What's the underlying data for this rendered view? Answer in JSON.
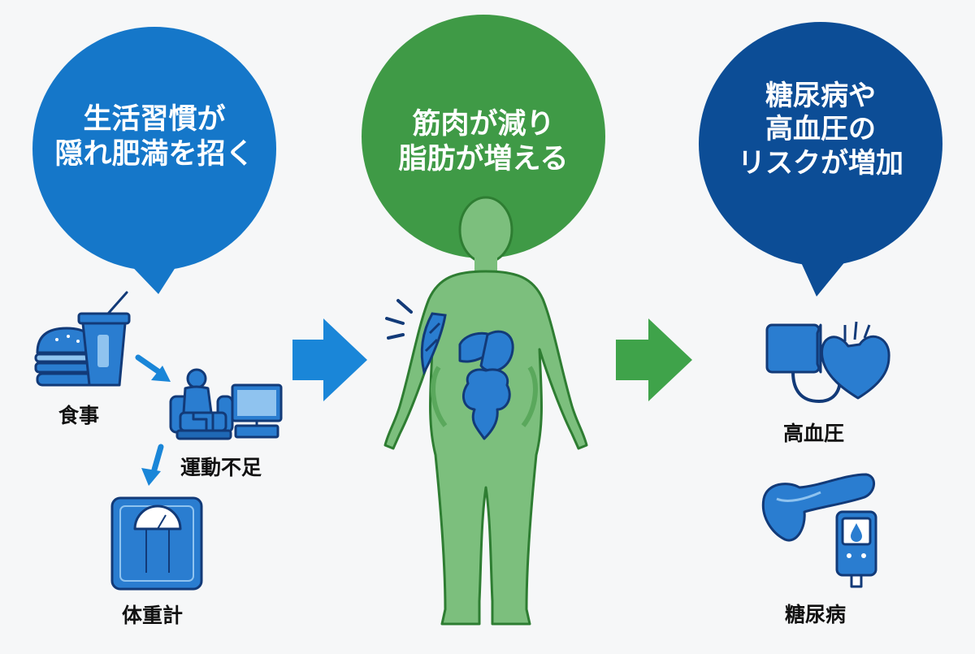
{
  "colors": {
    "blue": "#1577c9",
    "navy": "#0c4d96",
    "green": "#3f9a46",
    "body_fill": "#7cbf7d",
    "icon_blue": "#2a7dd0",
    "icon_dark": "#123a78"
  },
  "bubbles": {
    "left": {
      "lines": [
        "生活習慣が",
        "隠れ肥満を招く"
      ]
    },
    "center": {
      "lines": [
        "筋肉が減り",
        "脂肪が増える"
      ]
    },
    "right": {
      "lines": [
        "糖尿病や",
        "高血圧の",
        "リスクが増加"
      ]
    }
  },
  "causes": {
    "meal": "食事",
    "exercise": "運動不足",
    "scale": "体重計"
  },
  "risks": {
    "hypertension": "高血圧",
    "diabetes": "糖尿病"
  },
  "icons": {
    "meal": [
      "burger-icon",
      "drink-cup-icon"
    ],
    "exercise": [
      "person-on-sofa-icon",
      "tv-icon"
    ],
    "scale": "bathroom-scale-icon",
    "body": "human-body-icon",
    "hypertension": [
      "blood-pressure-monitor-icon",
      "heart-icon"
    ],
    "diabetes": [
      "pancreas-icon",
      "glucose-meter-icon"
    ]
  }
}
